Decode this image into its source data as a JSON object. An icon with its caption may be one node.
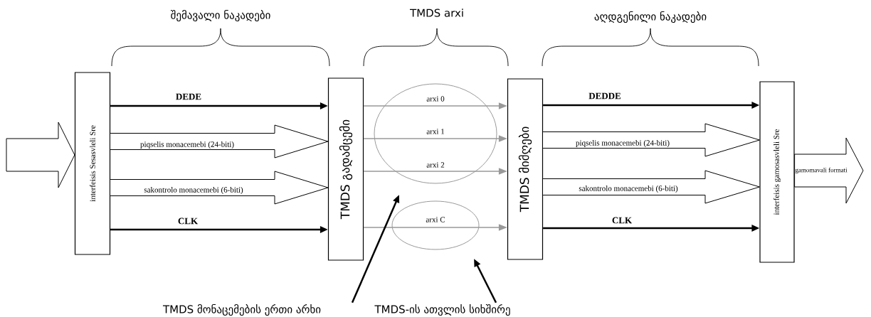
{
  "diagram": {
    "nodes": [
      {
        "text": [
          "interfeisis Sesasvleli Sre"
        ]
      },
      {
        "text": [
          "TMDS გადამცემი"
        ]
      },
      {
        "text": [
          "TMDS მიმღები"
        ]
      },
      {
        "text": [
          "interfeisis gamosasvleli Sre"
        ]
      },
      {
        "text": [
          "TMDS მონაცემების ერთი არხი"
        ]
      },
      {
        "text": [
          "TMDS-ის ათვლის სიხშირე"
        ]
      }
    ],
    "edges": [
      {
        "from": null,
        "to": 0,
        "arrow": "to",
        "style": "thick"
      },
      {
        "from": 0,
        "to": 1,
        "arrow": "to",
        "label": "DEDE"
      },
      {
        "from": 0,
        "to": 1,
        "arrow": "to",
        "label": "piqselis monacemebi (24-biti)",
        "style": "thick"
      },
      {
        "from": 0,
        "to": 1,
        "arrow": "to",
        "label": "sakontrolo monacemebi (6-biti)",
        "style": "thick"
      },
      {
        "from": 0,
        "to": 1,
        "arrow": "to",
        "label": "CLK"
      },
      {
        "from": 1,
        "to": 2,
        "arrow": "to",
        "label": "arxi 0",
        "color": "#999999"
      },
      {
        "from": 1,
        "to": 2,
        "arrow": "to",
        "label": "arxi 1",
        "color": "#999999"
      },
      {
        "from": 1,
        "to": 2,
        "arrow": "to",
        "label": "arxi 2",
        "color": "#999999"
      },
      {
        "from": 1,
        "to": 2,
        "arrow": "to",
        "label": "arxi C",
        "color": "#999999"
      },
      {
        "from": 2,
        "to": 3,
        "arrow": "to",
        "label": "DEDDE"
      },
      {
        "from": 2,
        "to": 3,
        "arrow": "to",
        "label": "piqselis monacemebi (24-biti)",
        "style": "thick"
      },
      {
        "from": 2,
        "to": 3,
        "arrow": "to",
        "label": "sakontrolo monacemebi (6-biti)",
        "style": "thick"
      },
      {
        "from": 2,
        "to": 3,
        "arrow": "to",
        "label": "CLK"
      },
      {
        "from": 3,
        "to": null,
        "arrow": "to",
        "label": "gamomavali formati",
        "style": "thick"
      },
      {
        "from": 4,
        "to": null,
        "arrow": "to"
      },
      {
        "from": 5,
        "to": null,
        "arrow": "to"
      }
    ],
    "labels": [
      "შემავალი ნაკადები",
      "TMDS arxi",
      "აღდგენილი ნაკადები"
    ]
  }
}
